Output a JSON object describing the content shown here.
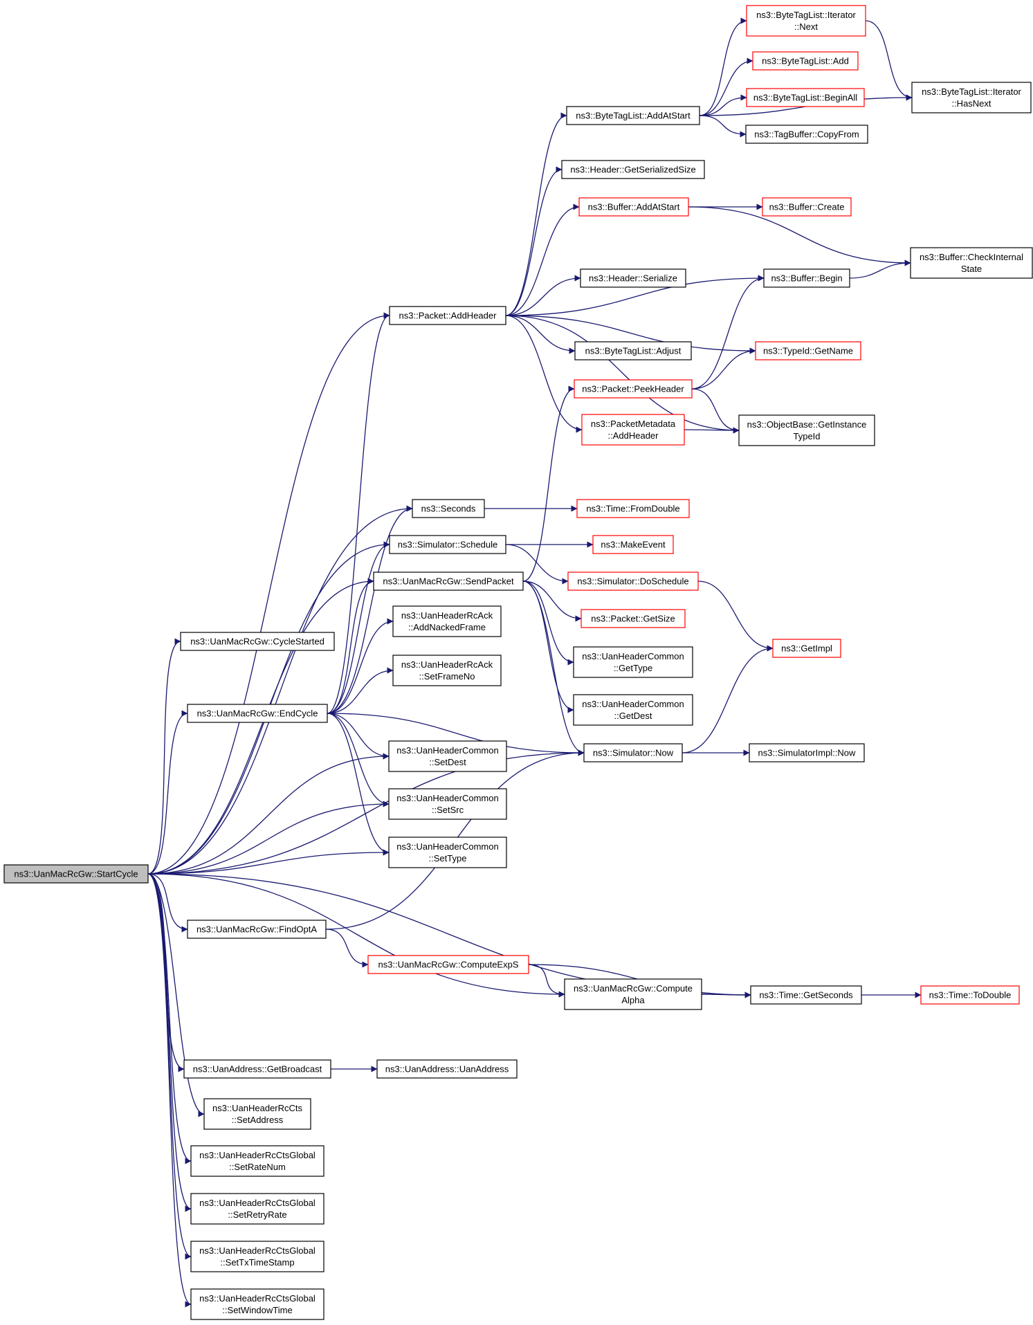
{
  "colors": {
    "edge": "#191970",
    "node_border": "#000000",
    "node_border_truncated": "#ff0000",
    "root_fill": "#bfbfbf"
  },
  "nodes": [
    {
      "id": "root",
      "lines": [
        "ns3::UanMacRcGw::StartCycle"
      ],
      "style": "root"
    },
    {
      "id": "cycleStarted",
      "lines": [
        "ns3::UanMacRcGw::CycleStarted"
      ],
      "style": "black"
    },
    {
      "id": "endCycle",
      "lines": [
        "ns3::UanMacRcGw::EndCycle"
      ],
      "style": "black"
    },
    {
      "id": "findOptA",
      "lines": [
        "ns3::UanMacRcGw::FindOptA"
      ],
      "style": "black"
    },
    {
      "id": "getBroadcast",
      "lines": [
        "ns3::UanAddress::GetBroadcast"
      ],
      "style": "black"
    },
    {
      "id": "ctsSetAddress",
      "lines": [
        "ns3::UanHeaderRcCts",
        "::SetAddress"
      ],
      "style": "black"
    },
    {
      "id": "setRateNum",
      "lines": [
        "ns3::UanHeaderRcCtsGlobal",
        "::SetRateNum"
      ],
      "style": "black"
    },
    {
      "id": "setRetryRate",
      "lines": [
        "ns3::UanHeaderRcCtsGlobal",
        "::SetRetryRate"
      ],
      "style": "black"
    },
    {
      "id": "setTxTimeStamp",
      "lines": [
        "ns3::UanHeaderRcCtsGlobal",
        "::SetTxTimeStamp"
      ],
      "style": "black"
    },
    {
      "id": "setWindowTime",
      "lines": [
        "ns3::UanHeaderRcCtsGlobal",
        "::SetWindowTime"
      ],
      "style": "black"
    },
    {
      "id": "addHeader",
      "lines": [
        "ns3::Packet::AddHeader"
      ],
      "style": "black"
    },
    {
      "id": "seconds",
      "lines": [
        "ns3::Seconds"
      ],
      "style": "black"
    },
    {
      "id": "schedule",
      "lines": [
        "ns3::Simulator::Schedule"
      ],
      "style": "black"
    },
    {
      "id": "sendPacket",
      "lines": [
        "ns3::UanMacRcGw::SendPacket"
      ],
      "style": "black"
    },
    {
      "id": "addNacked",
      "lines": [
        "ns3::UanHeaderRcAck",
        "::AddNackedFrame"
      ],
      "style": "black"
    },
    {
      "id": "setFrameNo",
      "lines": [
        "ns3::UanHeaderRcAck",
        "::SetFrameNo"
      ],
      "style": "black"
    },
    {
      "id": "setDest",
      "lines": [
        "ns3::UanHeaderCommon",
        "::SetDest"
      ],
      "style": "black"
    },
    {
      "id": "setSrc",
      "lines": [
        "ns3::UanHeaderCommon",
        "::SetSrc"
      ],
      "style": "black"
    },
    {
      "id": "setType",
      "lines": [
        "ns3::UanHeaderCommon",
        "::SetType"
      ],
      "style": "black"
    },
    {
      "id": "computeExpS",
      "lines": [
        "ns3::UanMacRcGw::ComputeExpS"
      ],
      "style": "red"
    },
    {
      "id": "computeAlpha",
      "lines": [
        "ns3::UanMacRcGw::Compute",
        "Alpha"
      ],
      "style": "black"
    },
    {
      "id": "uanAddress",
      "lines": [
        "ns3::UanAddress::UanAddress"
      ],
      "style": "black"
    },
    {
      "id": "btlAddAtStart",
      "lines": [
        "ns3::ByteTagList::AddAtStart"
      ],
      "style": "black"
    },
    {
      "id": "getSerializedSize",
      "lines": [
        "ns3::Header::GetSerializedSize"
      ],
      "style": "black"
    },
    {
      "id": "bufAddAtStart",
      "lines": [
        "ns3::Buffer::AddAtStart"
      ],
      "style": "red"
    },
    {
      "id": "headerSerialize",
      "lines": [
        "ns3::Header::Serialize"
      ],
      "style": "black"
    },
    {
      "id": "btlAdjust",
      "lines": [
        "ns3::ByteTagList::Adjust"
      ],
      "style": "black"
    },
    {
      "id": "peekHeader",
      "lines": [
        "ns3::Packet::PeekHeader"
      ],
      "style": "red"
    },
    {
      "id": "pmAddHeader",
      "lines": [
        "ns3::PacketMetadata",
        "::AddHeader"
      ],
      "style": "red"
    },
    {
      "id": "fromDouble",
      "lines": [
        "ns3::Time::FromDouble"
      ],
      "style": "red"
    },
    {
      "id": "makeEvent",
      "lines": [
        "ns3::MakeEvent"
      ],
      "style": "red"
    },
    {
      "id": "doSchedule",
      "lines": [
        "ns3::Simulator::DoSchedule"
      ],
      "style": "red"
    },
    {
      "id": "getSize",
      "lines": [
        "ns3::Packet::GetSize"
      ],
      "style": "red"
    },
    {
      "id": "getTypeCommon",
      "lines": [
        "ns3::UanHeaderCommon",
        "::GetType"
      ],
      "style": "black"
    },
    {
      "id": "getDestCommon",
      "lines": [
        "ns3::UanHeaderCommon",
        "::GetDest"
      ],
      "style": "black"
    },
    {
      "id": "simNow",
      "lines": [
        "ns3::Simulator::Now"
      ],
      "style": "black"
    },
    {
      "id": "getSeconds",
      "lines": [
        "ns3::Time::GetSeconds"
      ],
      "style": "black"
    },
    {
      "id": "itNext",
      "lines": [
        "ns3::ByteTagList::Iterator",
        "::Next"
      ],
      "style": "red"
    },
    {
      "id": "btlAdd",
      "lines": [
        "ns3::ByteTagList::Add"
      ],
      "style": "red"
    },
    {
      "id": "btlBeginAll",
      "lines": [
        "ns3::ByteTagList::BeginAll"
      ],
      "style": "red"
    },
    {
      "id": "tbCopyFrom",
      "lines": [
        "ns3::TagBuffer::CopyFrom"
      ],
      "style": "black"
    },
    {
      "id": "bufCreate",
      "lines": [
        "ns3::Buffer::Create"
      ],
      "style": "red"
    },
    {
      "id": "bufBegin",
      "lines": [
        "ns3::Buffer::Begin"
      ],
      "style": "black"
    },
    {
      "id": "typeIdGetName",
      "lines": [
        "ns3::TypeId::GetName"
      ],
      "style": "red"
    },
    {
      "id": "getInstanceTypeId",
      "lines": [
        "ns3::ObjectBase::GetInstance",
        "TypeId"
      ],
      "style": "black"
    },
    {
      "id": "getImpl",
      "lines": [
        "ns3::GetImpl"
      ],
      "style": "red"
    },
    {
      "id": "simImplNow",
      "lines": [
        "ns3::SimulatorImpl::Now"
      ],
      "style": "black"
    },
    {
      "id": "toDouble",
      "lines": [
        "ns3::Time::ToDouble"
      ],
      "style": "red"
    },
    {
      "id": "itHasNext",
      "lines": [
        "ns3::ByteTagList::Iterator",
        "::HasNext"
      ],
      "style": "black"
    },
    {
      "id": "checkInternal",
      "lines": [
        "ns3::Buffer::CheckInternal",
        "State"
      ],
      "style": "black"
    }
  ],
  "edges": [
    [
      "root",
      "addHeader"
    ],
    [
      "root",
      "seconds"
    ],
    [
      "root",
      "schedule"
    ],
    [
      "root",
      "sendPacket"
    ],
    [
      "root",
      "cycleStarted"
    ],
    [
      "root",
      "endCycle"
    ],
    [
      "root",
      "setDest"
    ],
    [
      "root",
      "setSrc"
    ],
    [
      "root",
      "setType"
    ],
    [
      "root",
      "simNow"
    ],
    [
      "root",
      "findOptA"
    ],
    [
      "root",
      "computeAlpha"
    ],
    [
      "root",
      "getSeconds"
    ],
    [
      "root",
      "getBroadcast"
    ],
    [
      "root",
      "ctsSetAddress"
    ],
    [
      "root",
      "setRateNum"
    ],
    [
      "root",
      "setRetryRate"
    ],
    [
      "root",
      "setTxTimeStamp"
    ],
    [
      "root",
      "setWindowTime"
    ],
    [
      "endCycle",
      "addHeader"
    ],
    [
      "endCycle",
      "seconds"
    ],
    [
      "endCycle",
      "schedule"
    ],
    [
      "endCycle",
      "sendPacket"
    ],
    [
      "endCycle",
      "addNacked"
    ],
    [
      "endCycle",
      "setFrameNo"
    ],
    [
      "endCycle",
      "setDest"
    ],
    [
      "endCycle",
      "setSrc"
    ],
    [
      "endCycle",
      "setType"
    ],
    [
      "endCycle",
      "simNow"
    ],
    [
      "findOptA",
      "simNow"
    ],
    [
      "findOptA",
      "computeExpS"
    ],
    [
      "computeExpS",
      "computeAlpha"
    ],
    [
      "computeExpS",
      "getSeconds"
    ],
    [
      "computeAlpha",
      "getSeconds"
    ],
    [
      "getBroadcast",
      "uanAddress"
    ],
    [
      "addHeader",
      "btlAddAtStart"
    ],
    [
      "addHeader",
      "getSerializedSize"
    ],
    [
      "addHeader",
      "bufAddAtStart"
    ],
    [
      "addHeader",
      "bufBegin"
    ],
    [
      "addHeader",
      "headerSerialize"
    ],
    [
      "addHeader",
      "typeIdGetName"
    ],
    [
      "addHeader",
      "btlAdjust"
    ],
    [
      "addHeader",
      "pmAddHeader"
    ],
    [
      "addHeader",
      "getInstanceTypeId"
    ],
    [
      "seconds",
      "fromDouble"
    ],
    [
      "schedule",
      "makeEvent"
    ],
    [
      "schedule",
      "doSchedule"
    ],
    [
      "sendPacket",
      "peekHeader"
    ],
    [
      "sendPacket",
      "getSize"
    ],
    [
      "sendPacket",
      "getTypeCommon"
    ],
    [
      "sendPacket",
      "getDestCommon"
    ],
    [
      "sendPacket",
      "simNow"
    ],
    [
      "btlAddAtStart",
      "itNext"
    ],
    [
      "btlAddAtStart",
      "btlAdd"
    ],
    [
      "btlAddAtStart",
      "btlBeginAll"
    ],
    [
      "btlAddAtStart",
      "tbCopyFrom"
    ],
    [
      "btlAddAtStart",
      "itHasNext"
    ],
    [
      "itNext",
      "itHasNext"
    ],
    [
      "bufAddAtStart",
      "bufCreate"
    ],
    [
      "bufAddAtStart",
      "checkInternal"
    ],
    [
      "bufBegin",
      "checkInternal"
    ],
    [
      "peekHeader",
      "bufBegin"
    ],
    [
      "peekHeader",
      "typeIdGetName"
    ],
    [
      "peekHeader",
      "getInstanceTypeId"
    ],
    [
      "pmAddHeader",
      "getInstanceTypeId"
    ],
    [
      "doSchedule",
      "getImpl"
    ],
    [
      "simNow",
      "getImpl"
    ],
    [
      "simNow",
      "simImplNow"
    ],
    [
      "getSeconds",
      "toDouble"
    ]
  ]
}
